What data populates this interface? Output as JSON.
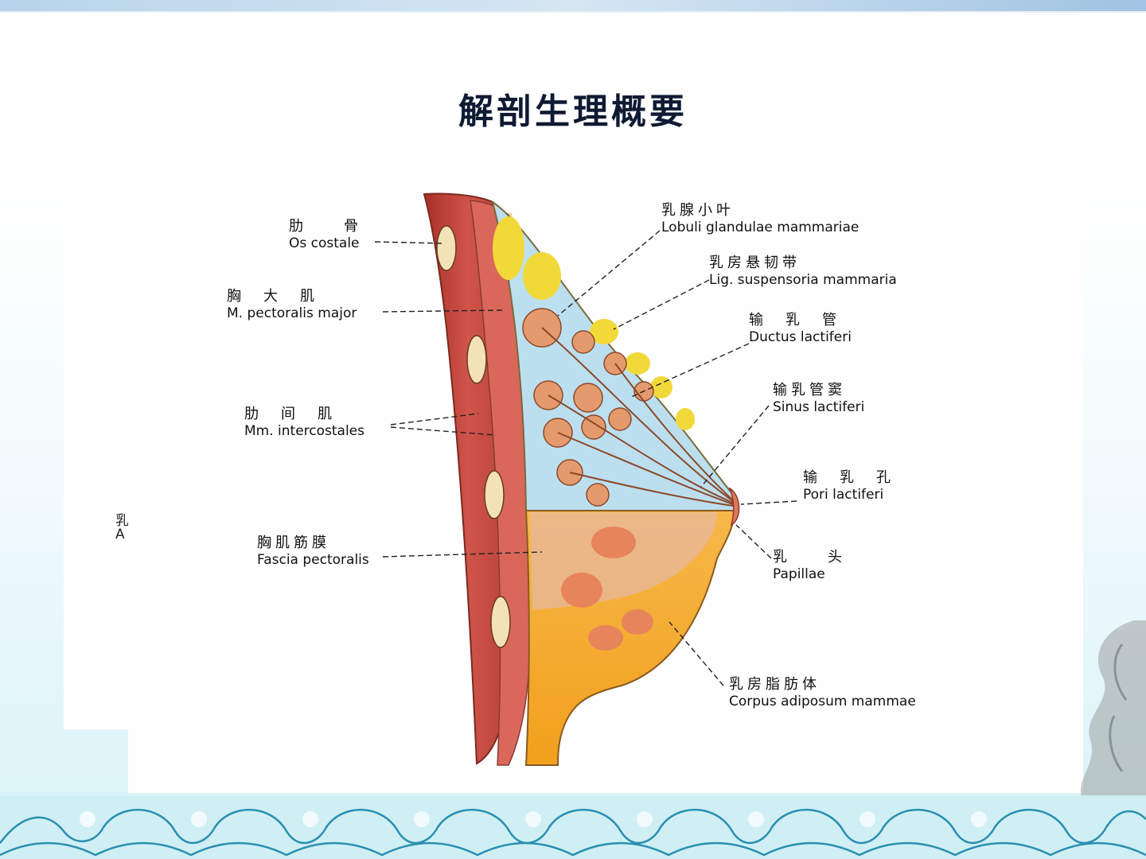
{
  "title": "解剖生理概要",
  "ghost_labels": [
    "乳",
    "A"
  ],
  "labels": [
    {
      "id": "os-costale",
      "zh": "肋　　骨",
      "la": "Os costale"
    },
    {
      "id": "pectoralis-major",
      "zh": "胸　大　肌",
      "la": "M. pectoralis major"
    },
    {
      "id": "intercostales",
      "zh": "肋　间　肌",
      "la": "Mm. intercostales"
    },
    {
      "id": "fascia-pectoralis",
      "zh": "胸肌筋膜",
      "la": "Fascia pectoralis"
    },
    {
      "id": "lobuli",
      "zh": "乳腺小叶",
      "la": "Lobuli glandulae mammariae"
    },
    {
      "id": "lig-suspensoria",
      "zh": "乳房悬韧带",
      "la": "Lig. suspensoria mammaria"
    },
    {
      "id": "ductus",
      "zh": "输　乳　管",
      "la": "Ductus lactiferi"
    },
    {
      "id": "sinus",
      "zh": "输乳管窦",
      "la": "Sinus lactiferi"
    },
    {
      "id": "pori",
      "zh": "输　乳　孔",
      "la": "Pori lactiferi"
    },
    {
      "id": "papillae",
      "zh": "乳　　头",
      "la": "Papillae"
    },
    {
      "id": "corpus-adiposum",
      "zh": "乳房脂肪体",
      "la": "Corpus adiposum mammae"
    }
  ],
  "colors": {
    "title": "#0f1a33",
    "muscle": "#c0443a",
    "fascia": "#e8a27a",
    "fat_yellow": "#f2d93a",
    "fat_orange": "#f0a21f",
    "lobules": "#e49a6c",
    "ducts_bg": "#bcdff0",
    "wave": "#2a8fb0"
  }
}
